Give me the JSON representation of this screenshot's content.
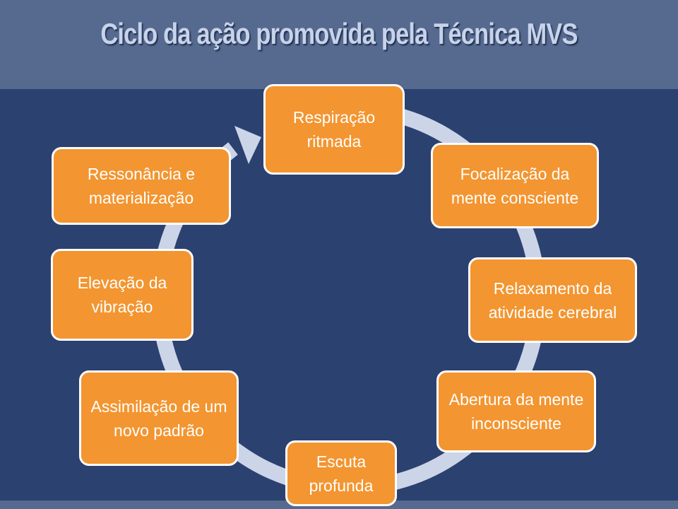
{
  "title": "Ciclo da ação promovida pela Técnica MVS",
  "colors": {
    "header": "#56698f",
    "background": "#2b4170",
    "box_fill": "#f39530",
    "ring": "#ccd5e8",
    "title": "#c7d3ea"
  },
  "steps": [
    {
      "label": "Respiração ritmada"
    },
    {
      "label": "Focalização da mente consciente"
    },
    {
      "label": "Relaxamento da atividade cerebral"
    },
    {
      "label": "Abertura da mente inconsciente"
    },
    {
      "label": "Escuta profunda"
    },
    {
      "label": "Assimilação de um novo padrão"
    },
    {
      "label": "Elevação da vibração"
    },
    {
      "label": "Ressonância e materialização"
    }
  ]
}
